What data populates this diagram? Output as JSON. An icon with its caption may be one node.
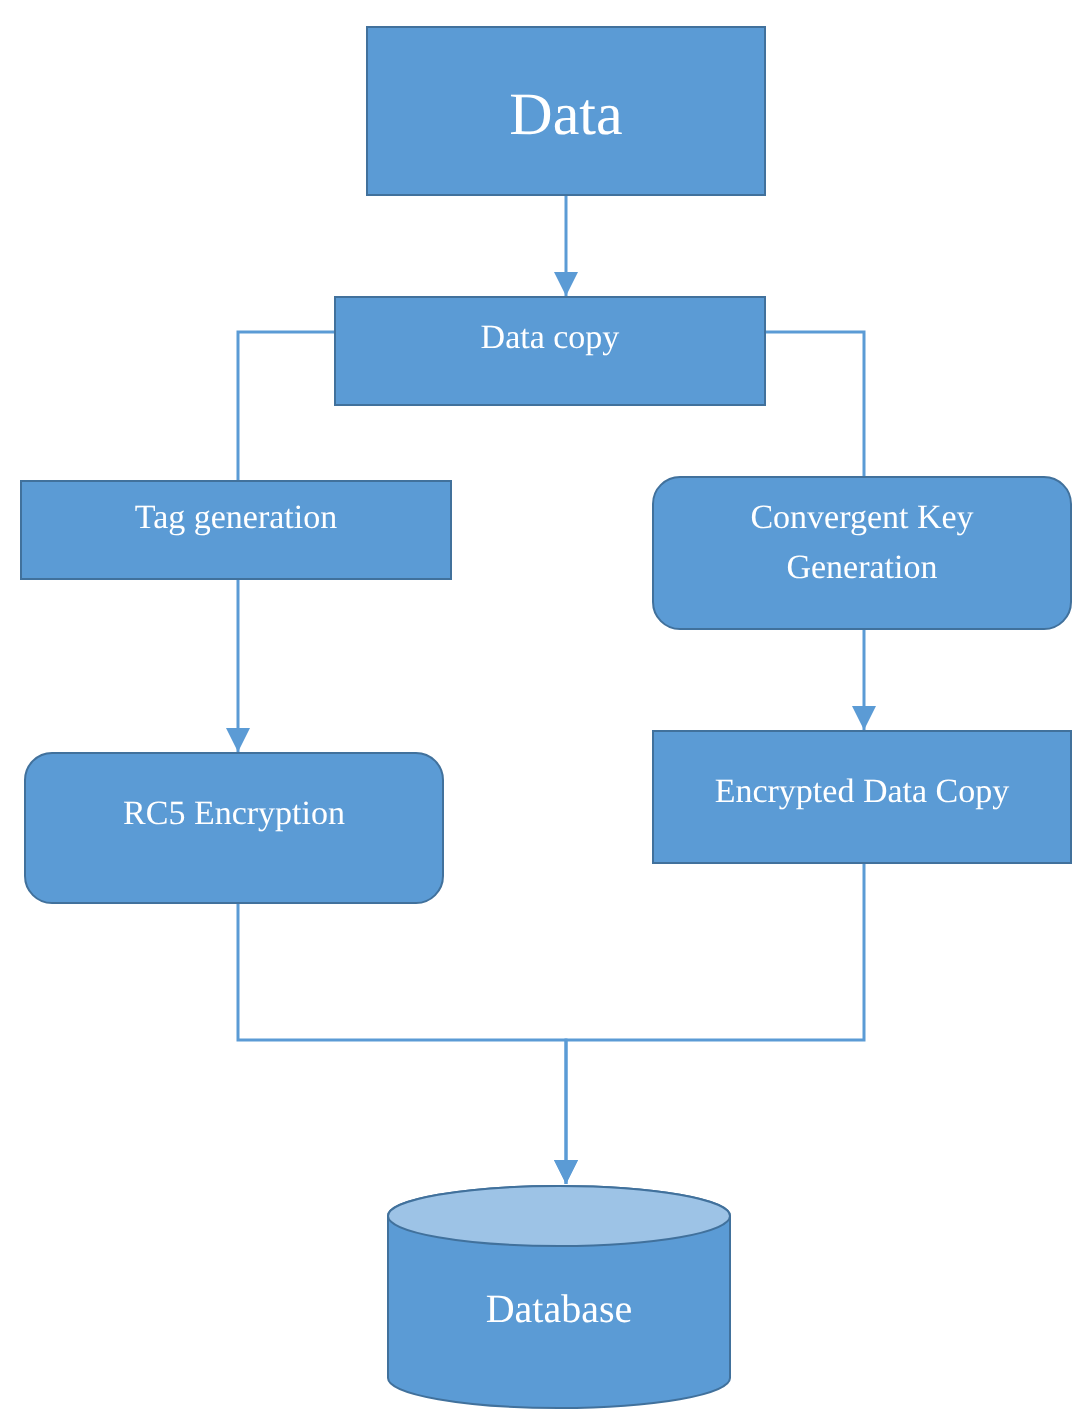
{
  "diagram": {
    "nodes": [
      {
        "text": [
          "Data"
        ]
      },
      {
        "text": [
          "Data copy"
        ]
      },
      {
        "text": [
          "Tag generation"
        ]
      },
      {
        "text": [
          "Convergent Key Generation"
        ]
      },
      {
        "text": [
          "RC5 Encryption"
        ]
      },
      {
        "text": [
          "Encrypted Data Copy"
        ]
      },
      {
        "text": [
          "Database"
        ]
      }
    ],
    "edges": [
      {
        "from": 0,
        "to": 1,
        "arrow": "to"
      },
      {
        "from": 1,
        "to": 2,
        "arrow": "none"
      },
      {
        "from": 1,
        "to": 3,
        "arrow": "none"
      },
      {
        "from": 2,
        "to": 4,
        "arrow": "to"
      },
      {
        "from": 3,
        "to": 5,
        "arrow": "to"
      },
      {
        "from": 4,
        "to": 6,
        "arrow": "to"
      },
      {
        "from": 5,
        "to": 6,
        "arrow": "to"
      }
    ]
  }
}
